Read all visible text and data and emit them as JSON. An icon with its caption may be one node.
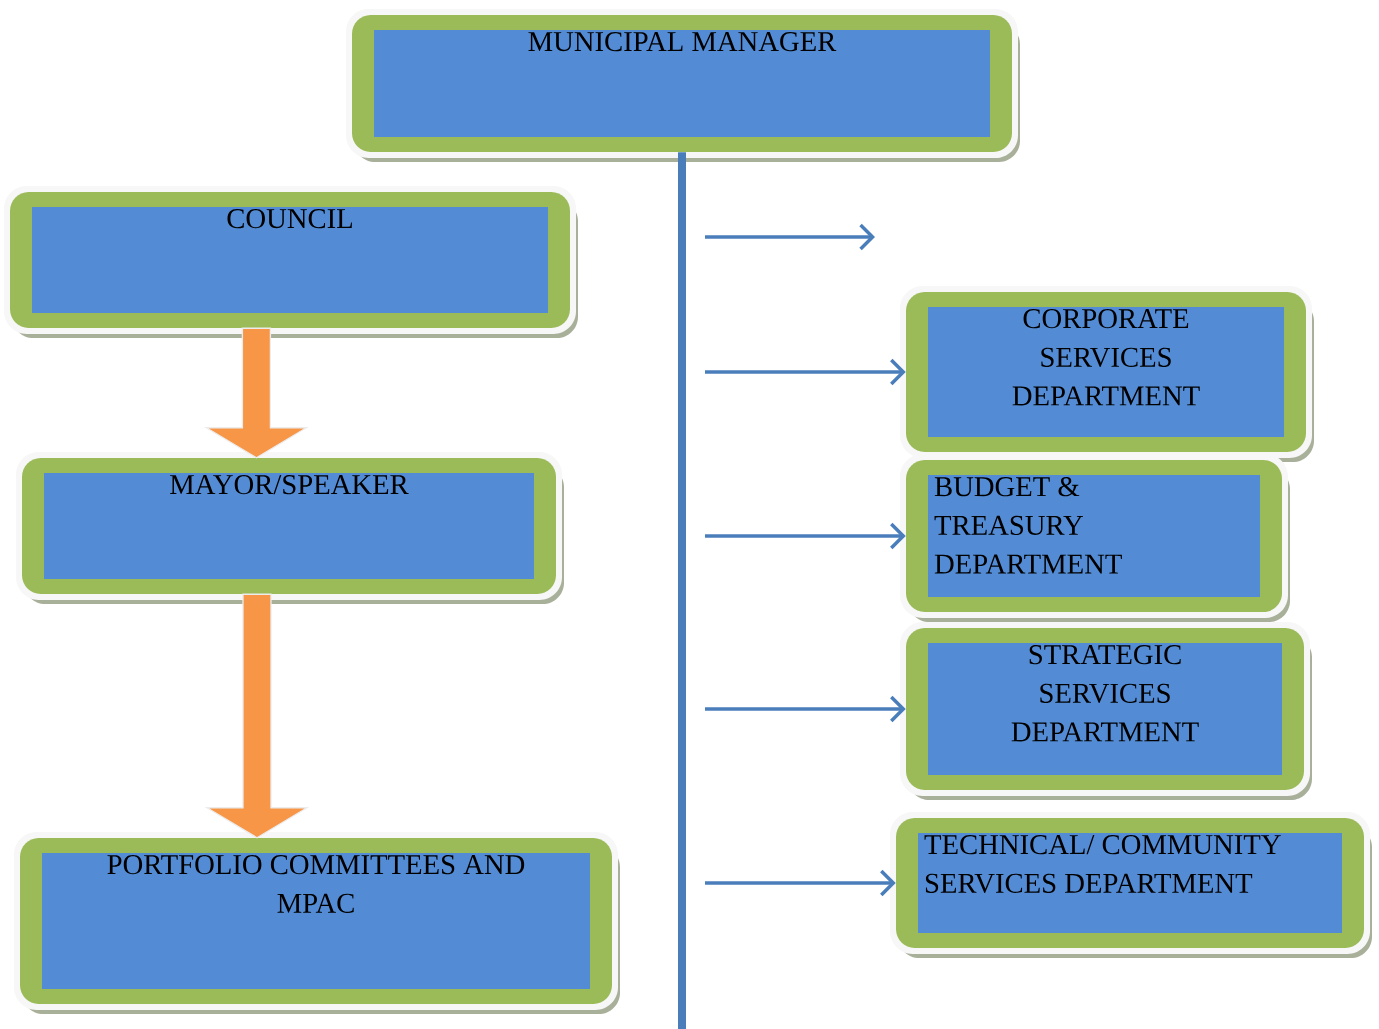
{
  "diagram": {
    "nodes": [
      {
        "text": [
          "MUNICIPAL MANAGER"
        ]
      },
      {
        "text": [
          "COUNCIL"
        ]
      },
      {
        "text": [
          "MAYOR/SPEAKER"
        ]
      },
      {
        "text": [
          "PORTFOLIO COMMITTEES AND MPAC"
        ]
      },
      {
        "text": [
          "CORPORATE SERVICES DEPARTMENT"
        ]
      },
      {
        "text": [
          "BUDGET & TREASURY DEPARTMENT"
        ]
      },
      {
        "text": [
          "STRATEGIC SERVICES DEPARTMENT"
        ]
      },
      {
        "text": [
          "TECHNICAL/ COMMUNITY SERVICES DEPARTMENT"
        ]
      }
    ],
    "edges": [
      {
        "from": 1,
        "to": 2,
        "arrow": "to",
        "style": "thick",
        "color": "#f79646"
      },
      {
        "from": 2,
        "to": 3,
        "arrow": "to",
        "style": "thick",
        "color": "#f79646"
      },
      {
        "from": 0,
        "to": null,
        "arrow": "none",
        "style": "thick"
      },
      {
        "from": null,
        "to": 4,
        "arrow": "to"
      },
      {
        "from": null,
        "to": 5,
        "arrow": "to"
      },
      {
        "from": null,
        "to": 6,
        "arrow": "to"
      },
      {
        "from": null,
        "to": 7,
        "arrow": "to"
      }
    ]
  }
}
